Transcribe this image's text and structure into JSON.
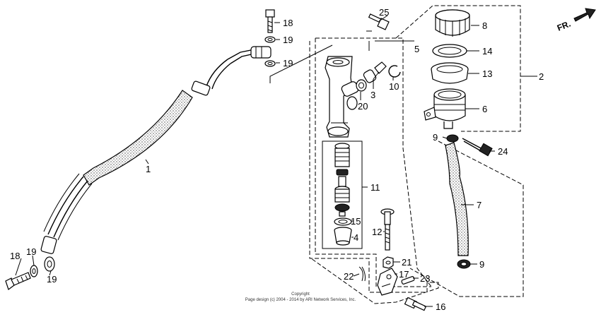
{
  "direction_label": "FR.",
  "copyright": {
    "line1": "Copyright",
    "line2": "Page design (c) 2004 - 2014 by ARI Network Services, Inc."
  },
  "callouts": {
    "c1": "1",
    "c2": "2",
    "c3": "3",
    "c4": "4",
    "c5": "5",
    "c6": "6",
    "c7": "7",
    "c8": "8",
    "c9a": "9",
    "c9b": "9",
    "c10": "10",
    "c11": "11",
    "c12": "12",
    "c13": "13",
    "c14": "14",
    "c15": "15",
    "c16": "16",
    "c17": "17",
    "c18a": "18",
    "c18b": "18",
    "c19a": "19",
    "c19b": "19",
    "c19c": "19",
    "c19d": "19",
    "c20": "20",
    "c21": "21",
    "c22": "22",
    "c23": "23",
    "c24": "24",
    "c25": "25"
  }
}
